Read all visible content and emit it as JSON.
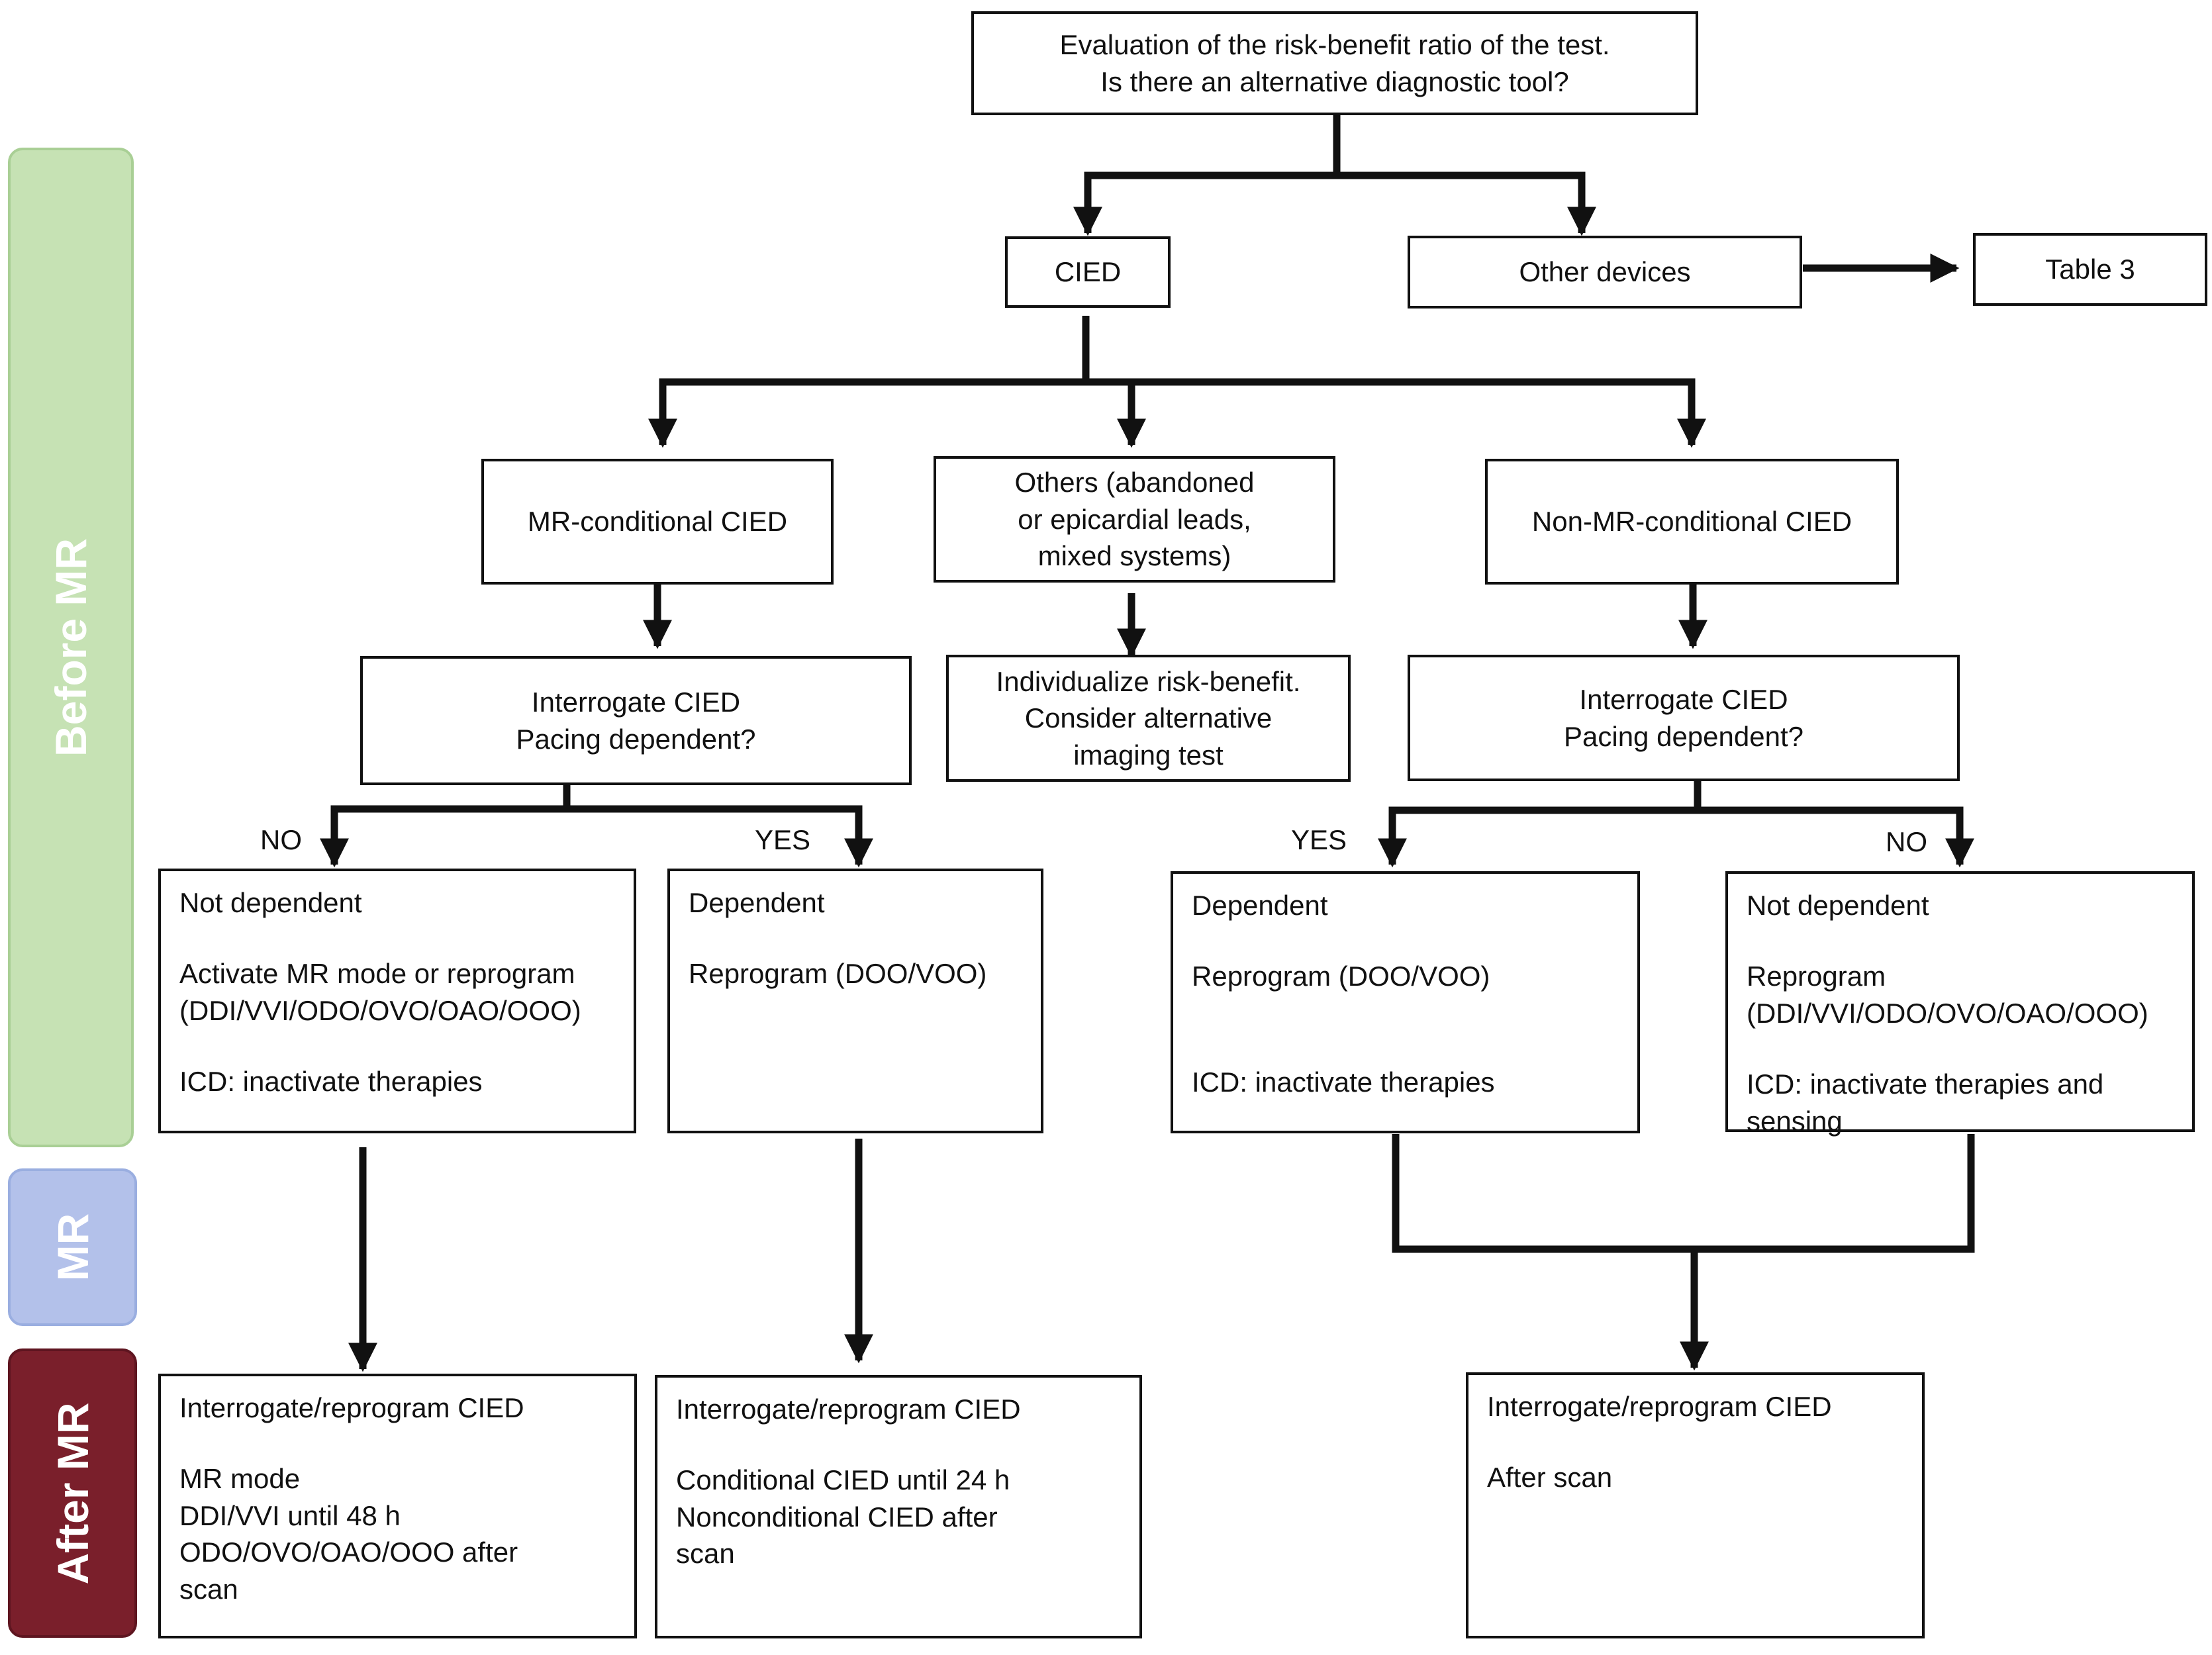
{
  "phases": {
    "before": {
      "label": "Before MR",
      "fill": "#c6e2b4",
      "border": "#a9cf95",
      "text": "#ffffff"
    },
    "during": {
      "label": "MR",
      "fill": "#b3c1ea",
      "border": "#9aaee0",
      "text": "#ffffff"
    },
    "after": {
      "label": "After MR",
      "fill": "#7a1f2b",
      "border": "#5e1520",
      "text": "#ffffff"
    }
  },
  "nodes": {
    "start": {
      "line1": "Evaluation of the risk-benefit ratio of the test.",
      "line2": "Is there an alternative diagnostic tool?"
    },
    "cied": {
      "text": "CIED"
    },
    "other_devices": {
      "text": "Other devices"
    },
    "table3": {
      "text": "Table 3"
    },
    "mr_conditional": {
      "text": "MR-conditional CIED"
    },
    "others": {
      "line1": "Others (abandoned",
      "line2": "or epicardial leads,",
      "line3": "mixed systems)"
    },
    "non_mr_conditional": {
      "text": "Non-MR-conditional CIED"
    },
    "interrogate_left": {
      "line1": "Interrogate CIED",
      "line2": "Pacing dependent?"
    },
    "individualize": {
      "line1": "Individualize risk-benefit.",
      "line2": "Consider alternative",
      "line3": "imaging test"
    },
    "interrogate_right": {
      "line1": "Interrogate CIED",
      "line2": "Pacing dependent?"
    },
    "mrc_not_dependent": {
      "title": "Not dependent",
      "line1": "Activate MR mode or reprogram",
      "line2": "(DDI/VVI/ODO/OVO/OAO/OOO)",
      "line3": "ICD: inactivate therapies"
    },
    "mrc_dependent": {
      "title": "Dependent",
      "line1": "Reprogram (DOO/VOO)"
    },
    "nmrc_dependent": {
      "title": "Dependent",
      "line1": "Reprogram (DOO/VOO)",
      "line2": "ICD: inactivate therapies"
    },
    "nmrc_not_dependent": {
      "title": "Not dependent",
      "line1": "Reprogram",
      "line2": "(DDI/VVI/ODO/OVO/OAO/OOO)",
      "line3": "ICD: inactivate therapies and",
      "line4": "sensing"
    },
    "after_mrc_not_dependent": {
      "title": "Interrogate/reprogram CIED",
      "line1": "MR mode",
      "line2": "DDI/VVI until 48 h",
      "line3": "ODO/OVO/OAO/OOO after",
      "line4": "scan"
    },
    "after_mrc_dependent": {
      "title": "Interrogate/reprogram CIED",
      "line1": "Conditional CIED until 24 h",
      "line2": "Nonconditional CIED after",
      "line3": "scan"
    },
    "after_nmrc": {
      "title": "Interrogate/reprogram CIED",
      "line1": "After scan"
    }
  },
  "branch_labels": {
    "no_left": "NO",
    "yes_left": "YES",
    "yes_right": "YES",
    "no_right": "NO"
  }
}
